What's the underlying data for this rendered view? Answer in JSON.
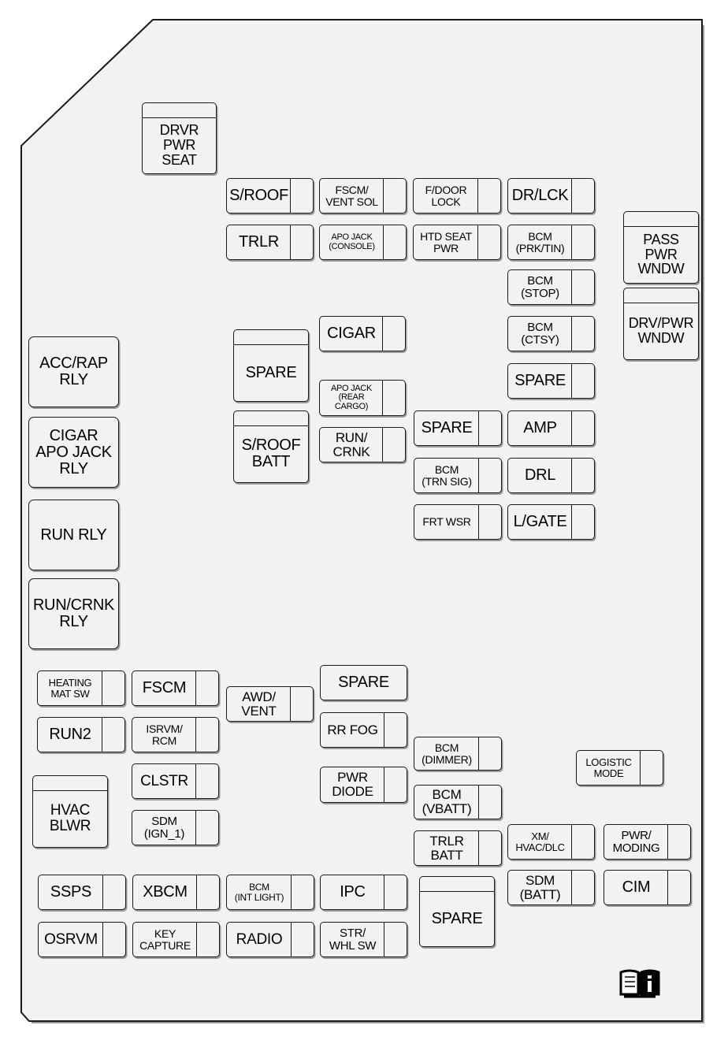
{
  "diagram": {
    "rows": [
      {
        "key": "drvr_pwr_seat",
        "label": "DRVR\nPWR\nSEAT"
      },
      {
        "key": "s_roof",
        "label": "S/ROOF"
      },
      {
        "key": "fscm_vent_sol",
        "label": "FSCM/\nVENT SOL"
      },
      {
        "key": "f_door_lock",
        "label": "F/DOOR\nLOCK"
      },
      {
        "key": "dr_lck",
        "label": "DR/LCK"
      },
      {
        "key": "trlr",
        "label": "TRLR"
      },
      {
        "key": "apo_jack_console",
        "label": "APO JACK\n(CONSOLE)"
      },
      {
        "key": "htd_seat_pwr",
        "label": "HTD SEAT\nPWR"
      },
      {
        "key": "bcm_prk_tin",
        "label": "BCM\n(PRK/TIN)"
      },
      {
        "key": "pass_pwr_wndw",
        "label": "PASS\nPWR\nWNDW"
      },
      {
        "key": "bcm_stop",
        "label": "BCM\n(STOP)"
      },
      {
        "key": "drv_pwr_wndw",
        "label": "DRV/PWR\nWNDW"
      },
      {
        "key": "bcm_ctsy",
        "label": "BCM\n(CTSY)"
      },
      {
        "key": "cigar_fuse",
        "label": "CIGAR"
      },
      {
        "key": "spare_top",
        "label": "SPARE"
      },
      {
        "key": "spare_right_1",
        "label": "SPARE"
      },
      {
        "key": "apo_jack_rear_cargo",
        "label": "APO JACK\n(REAR\n      CARGO)"
      },
      {
        "key": "acc_rap_rly",
        "label": "ACC/RAP\nRLY"
      },
      {
        "key": "s_roof_batt",
        "label": "S/ROOF\nBATT"
      },
      {
        "key": "run_crnk_fuse",
        "label": "RUN/\n  CRNK"
      },
      {
        "key": "spare_mid",
        "label": "SPARE"
      },
      {
        "key": "amp",
        "label": "AMP"
      },
      {
        "key": "cigar_apo_jack_rly",
        "label": "CIGAR\nAPO JACK\nRLY"
      },
      {
        "key": "bcm_trn_sig",
        "label": "BCM\n(TRN SIG)"
      },
      {
        "key": "drl",
        "label": "DRL"
      },
      {
        "key": "frt_wsr",
        "label": "FRT WSR"
      },
      {
        "key": "l_gate",
        "label": "L/GATE"
      },
      {
        "key": "run_rly",
        "label": "RUN RLY"
      },
      {
        "key": "run_crnk_rly",
        "label": "RUN/CRNK\nRLY"
      },
      {
        "key": "heating_mat_sw",
        "label": "HEATING\nMAT SW"
      },
      {
        "key": "fscm",
        "label": "FSCM"
      },
      {
        "key": "spare_lower",
        "label": "SPARE"
      },
      {
        "key": "awd_vent",
        "label": "AWD/\nVENT"
      },
      {
        "key": "run2",
        "label": "RUN2"
      },
      {
        "key": "isrvm_rcm",
        "label": "ISRVM/\nRCM"
      },
      {
        "key": "rr_fog",
        "label": "RR FOG"
      },
      {
        "key": "bcm_dimmer",
        "label": "BCM\n(DIMMER)"
      },
      {
        "key": "logistic_mode",
        "label": "LOGISTIC\nMODE"
      },
      {
        "key": "clstr",
        "label": "CLSTR"
      },
      {
        "key": "pwr_diode",
        "label": "PWR\nDIODE"
      },
      {
        "key": "hvac_blwr",
        "label": "HVAC\nBLWR"
      },
      {
        "key": "bcm_vbatt",
        "label": "BCM\n(VBATT)"
      },
      {
        "key": "sdm_ign_1",
        "label": "SDM\n(IGN_1)"
      },
      {
        "key": "trlr_batt",
        "label": "TRLR\nBATT"
      },
      {
        "key": "xm_hvac_dlc",
        "label": "XM/\nHVAC/DLC"
      },
      {
        "key": "pwr_moding",
        "label": "PWR/\nMODING"
      },
      {
        "key": "sdm_batt",
        "label": "SDM\n(BATT)"
      },
      {
        "key": "cim",
        "label": "CIM"
      },
      {
        "key": "ssps",
        "label": "SSPS"
      },
      {
        "key": "xbcm",
        "label": "XBCM"
      },
      {
        "key": "bcm_int_light",
        "label": "BCM\n(INT LIGHT)"
      },
      {
        "key": "ipc",
        "label": "IPC"
      },
      {
        "key": "spare_bottom",
        "label": "SPARE"
      },
      {
        "key": "osrvm",
        "label": "OSRVM"
      },
      {
        "key": "key_capture",
        "label": "KEY\nCAPTURE"
      },
      {
        "key": "radio",
        "label": "RADIO"
      },
      {
        "key": "str_whl_sw",
        "label": "STR/\nWHL SW"
      }
    ],
    "icons": {
      "manual": "owner-manual-info-icon"
    },
    "colors": {
      "panel_fill": "#f2f2f2",
      "outline": "#1a1a1a",
      "shadow": "#9a9a9a"
    }
  }
}
